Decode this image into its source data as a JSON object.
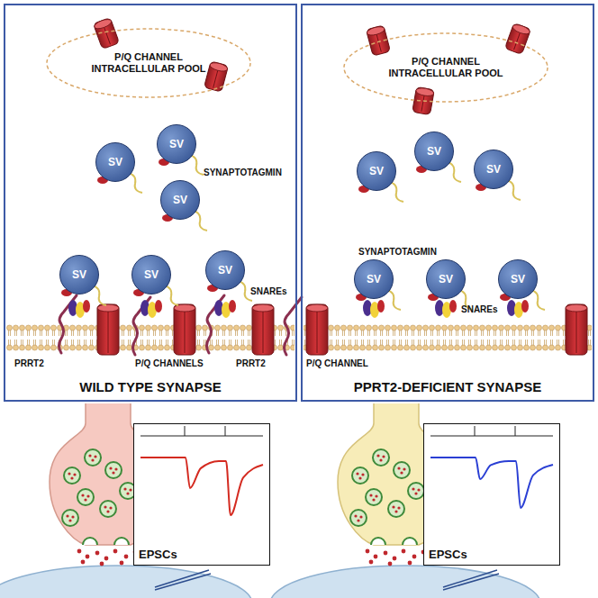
{
  "diagram": {
    "nodes": [
      {
        "text": [
          "WILD TYPE SYNAPSE"
        ]
      },
      {
        "text": [
          "P/Q CHANNEL INTRACELLULAR POOL"
        ],
        "in": 0
      },
      {
        "text": [
          "SV"
        ],
        "in": 0
      },
      {
        "text": [
          "SV"
        ],
        "in": 0
      },
      {
        "text": [
          "SV"
        ],
        "in": 0
      },
      {
        "text": [
          "SV"
        ],
        "in": 0
      },
      {
        "text": [
          "SV"
        ],
        "in": 0
      },
      {
        "text": [
          "SV"
        ],
        "in": 0
      },
      {
        "text": [
          "PPRT2-DEFICIENT SYNAPSE"
        ]
      },
      {
        "text": [
          "P/Q CHANNEL INTRACELLULAR POOL"
        ],
        "in": 8
      },
      {
        "text": [
          "SV"
        ],
        "in": 8
      },
      {
        "text": [
          "SV"
        ],
        "in": 8
      },
      {
        "text": [
          "SV"
        ],
        "in": 8
      },
      {
        "text": [
          "SV"
        ],
        "in": 8
      },
      {
        "text": [
          "SV"
        ],
        "in": 8
      },
      {
        "text": [
          "SV"
        ],
        "in": 8
      },
      {
        "text": [
          "EPSCs"
        ]
      },
      {
        "text": [
          "EPSCs"
        ]
      }
    ],
    "labels": [
      "SYNAPTOTAGMIN",
      "SNAREs",
      "PRRT2",
      "P/Q CHANNELS",
      "PRRT2",
      "SYNAPTOTAGMIN",
      "SNAREs",
      "P/Q CHANNEL"
    ]
  }
}
